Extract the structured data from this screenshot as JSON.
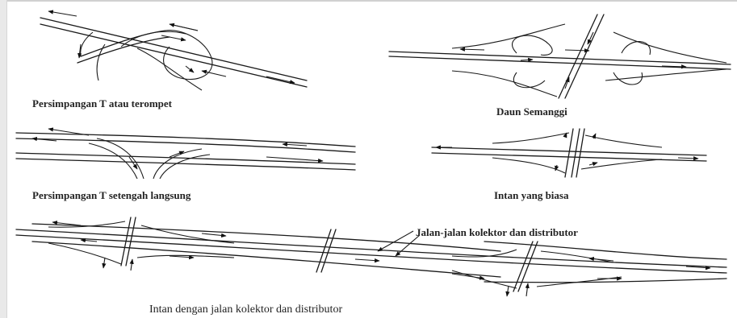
{
  "captions": {
    "t_trumpet": "Persimpangan T atau terompet",
    "cloverleaf": "Daun Semanggi",
    "t_half_direct": "Persimpangan T setengah langsung",
    "diamond": "Intan yang biasa",
    "collector_label": "Jalan-jalan kolektor dan distributor",
    "diamond_collector": "Intan dengan jalan kolektor dan distributor"
  },
  "colors": {
    "line": "#1a1a1a",
    "background": "#ffffff"
  }
}
